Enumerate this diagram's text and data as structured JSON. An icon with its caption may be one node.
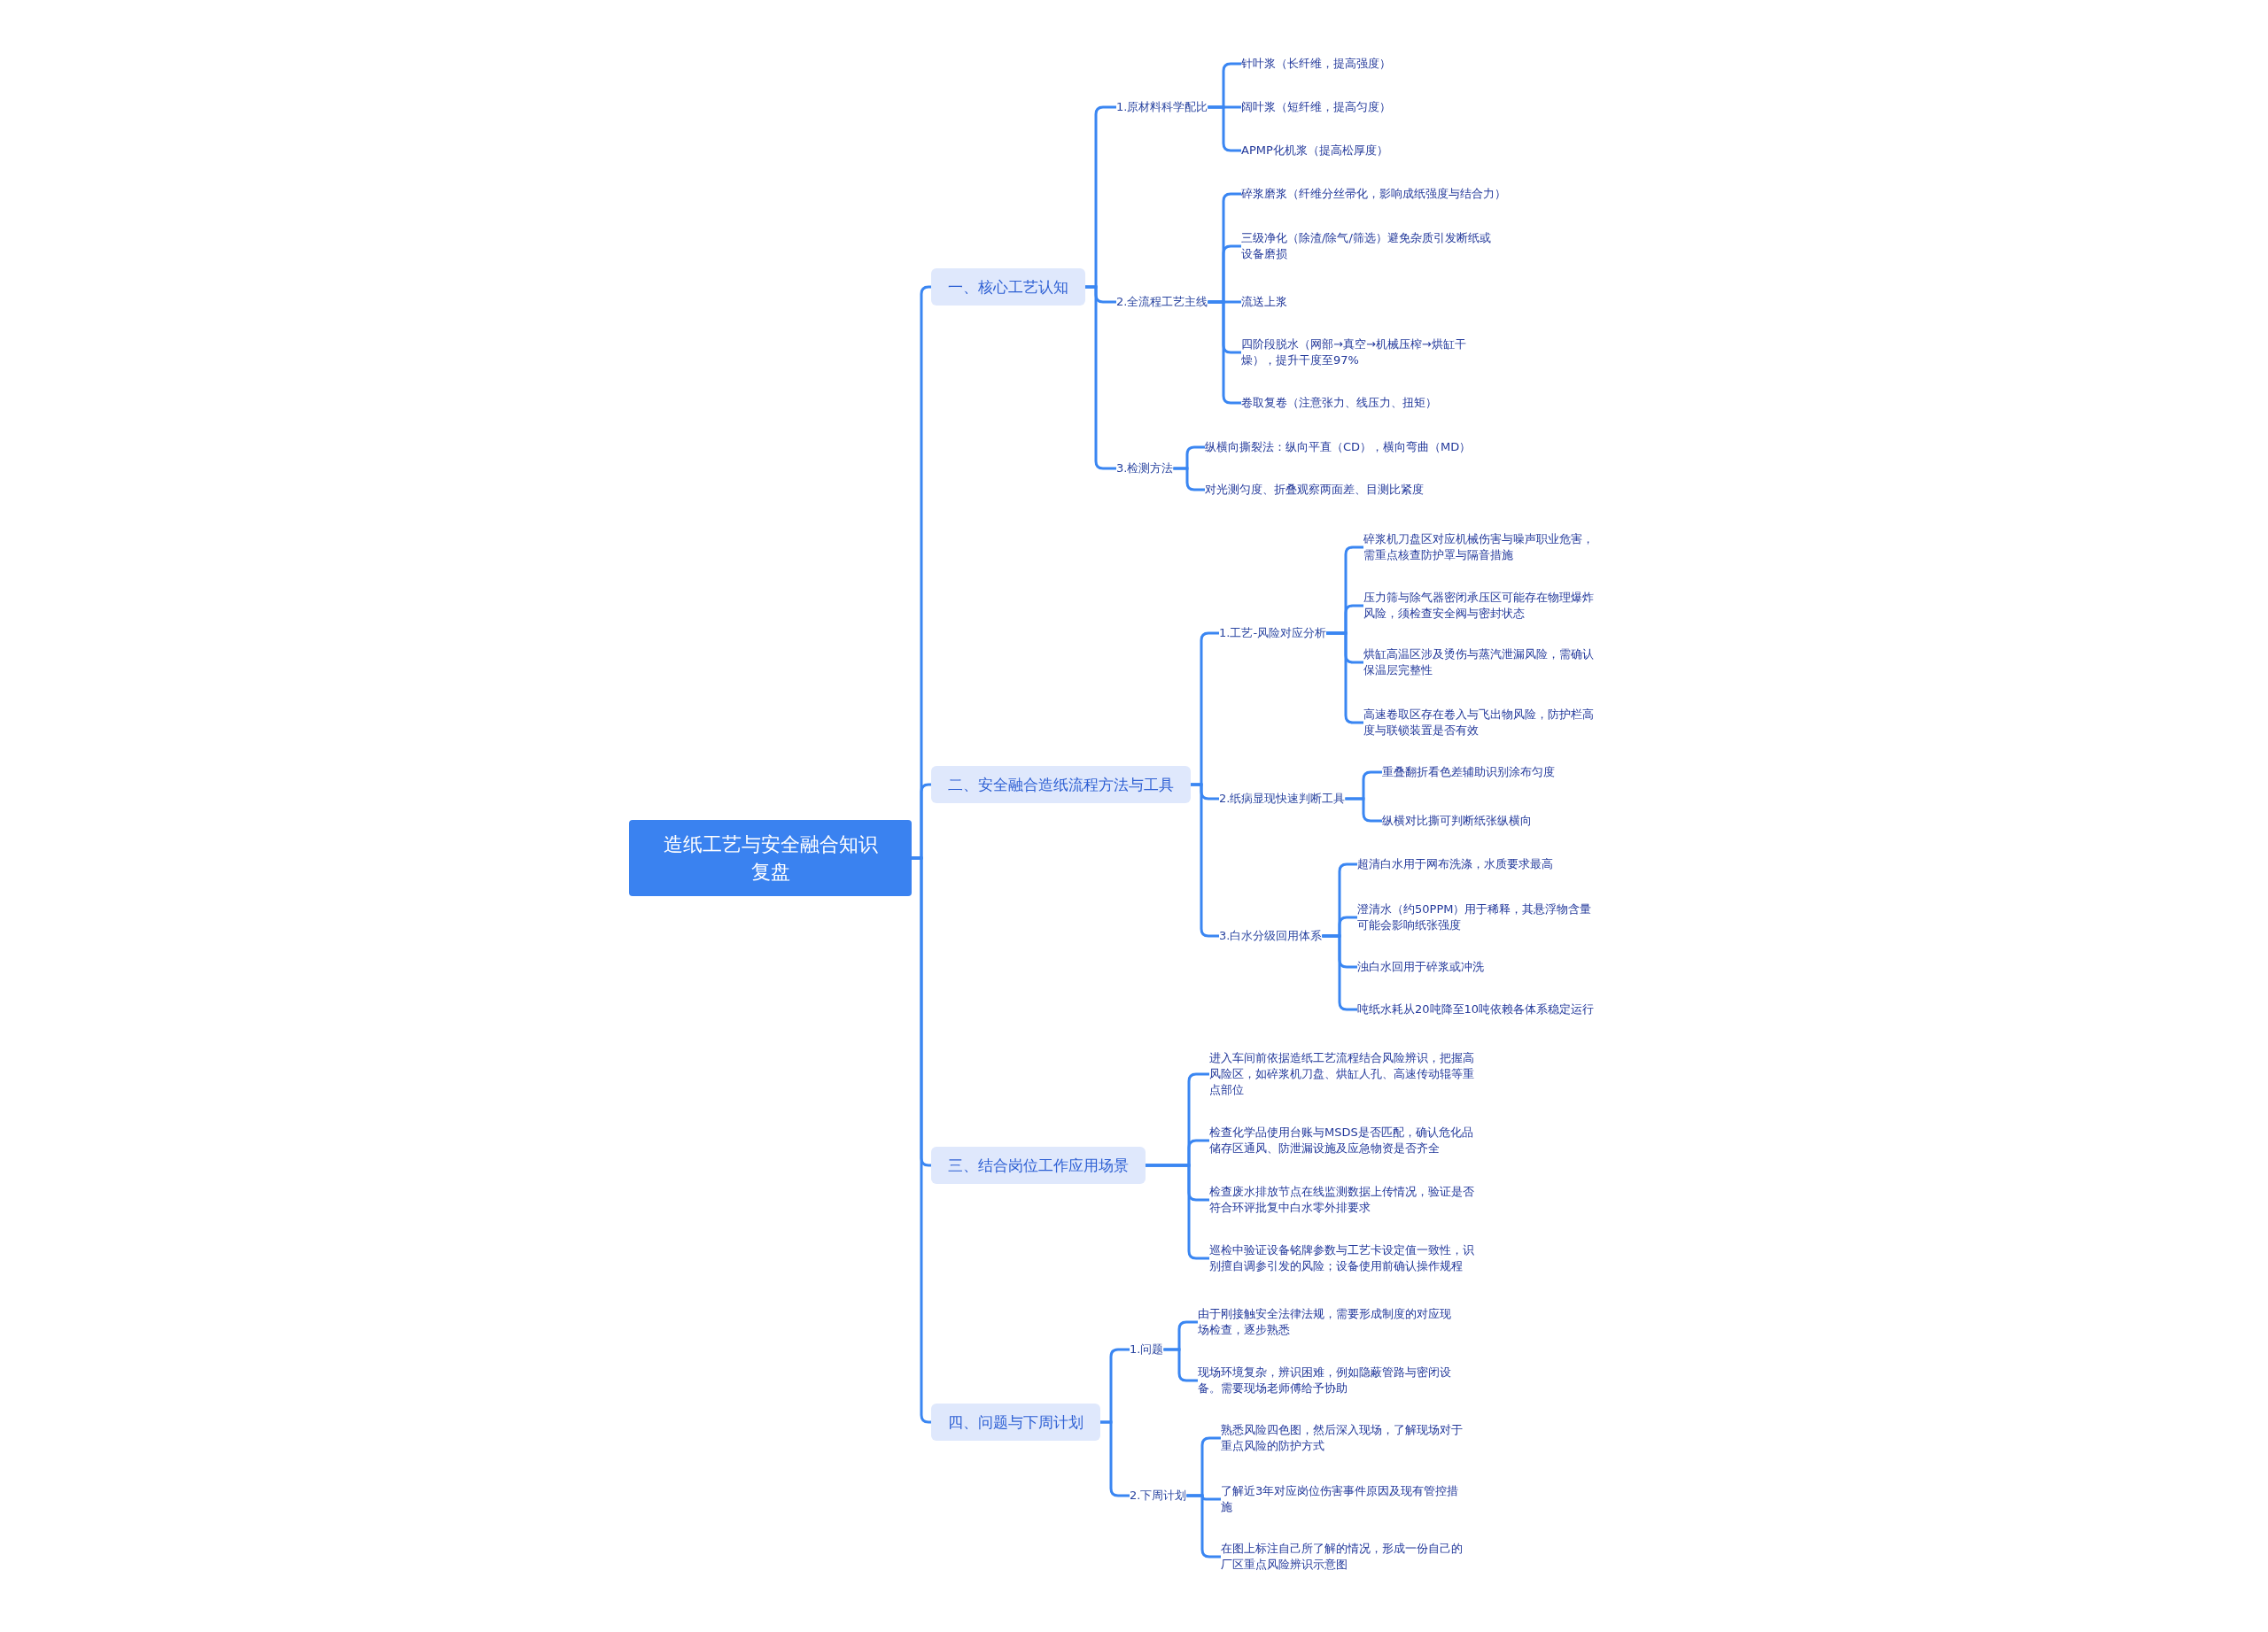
{
  "diagram": {
    "nodes": [
      {
        "text": [
          "造纸工艺与安全融合知识复盘"
        ]
      },
      {
        "text": [
          "一、核心工艺认知"
        ]
      },
      {
        "text": [
          "1.原材料科学配比"
        ]
      },
      {
        "text": [
          "针叶浆（长纤维，提高强度）"
        ]
      },
      {
        "text": [
          "阔叶浆（短纤维，提高匀度）"
        ]
      },
      {
        "text": [
          "APMP化机浆（提高松厚度）"
        ]
      },
      {
        "text": [
          "2.全流程工艺主线"
        ]
      },
      {
        "text": [
          "碎浆磨浆（纤维分丝帚化，影响成纸强度与结合力）"
        ]
      },
      {
        "text": [
          "三级净化（除渣/除气/筛选）避免杂质引发断纸或设备磨损"
        ]
      },
      {
        "text": [
          "流送上浆"
        ]
      },
      {
        "text": [
          "四阶段脱水（网部→真空→机械压榨→烘缸干燥），提升干度至97%"
        ]
      },
      {
        "text": [
          "卷取复卷（注意张力、线压力、扭矩）"
        ]
      },
      {
        "text": [
          "3.检测方法"
        ]
      },
      {
        "text": [
          "纵横向撕裂法：纵向平直（CD），横向弯曲（MD）"
        ]
      },
      {
        "text": [
          "对光测匀度、折叠观察两面差、目测比紧度"
        ]
      },
      {
        "text": [
          "二、安全融合造纸流程方法与工具"
        ]
      },
      {
        "text": [
          "1.工艺-风险对应分析"
        ]
      },
      {
        "text": [
          "碎浆机刀盘区对应机械伤害与噪声职业危害，需重点核查防护罩与隔音措施"
        ]
      },
      {
        "text": [
          "压力筛与除气器密闭承压区可能存在物理爆炸风险，须检查安全阀与密封状态"
        ]
      },
      {
        "text": [
          "烘缸高温区涉及烫伤与蒸汽泄漏风险，需确认保温层完整性"
        ]
      },
      {
        "text": [
          "高速卷取区存在卷入与飞出物风险，防护栏高度与联锁装置是否有效"
        ]
      },
      {
        "text": [
          "2.纸病显现快速判断工具"
        ]
      },
      {
        "text": [
          "重叠翻折看色差辅助识别涂布匀度"
        ]
      },
      {
        "text": [
          "纵横对比撕可判断纸张纵横向"
        ]
      },
      {
        "text": [
          "3.白水分级回用体系"
        ]
      },
      {
        "text": [
          "超清白水用于网布洗涤，水质要求最高"
        ]
      },
      {
        "text": [
          "澄清水（约50PPM）用于稀释，其悬浮物含量可能会影响纸张强度"
        ]
      },
      {
        "text": [
          "浊白水回用于碎浆或冲洗"
        ]
      },
      {
        "text": [
          "吨纸水耗从20吨降至10吨依赖各体系稳定运行"
        ]
      },
      {
        "text": [
          "三、结合岗位工作应用场景"
        ]
      },
      {
        "text": [
          "进入车间前依据造纸工艺流程结合风险辨识，把握高风险区，如碎浆机刀盘、烘缸人孔、高速传动辊等重点部位"
        ]
      },
      {
        "text": [
          "检查化学品使用台账与MSDS是否匹配，确认危化品储存区通风、防泄漏设施及应急物资是否齐全"
        ]
      },
      {
        "text": [
          "检查废水排放节点在线监测数据上传情况，验证是否符合环评批复中白水零外排要求"
        ]
      },
      {
        "text": [
          "巡检中验证设备铭牌参数与工艺卡设定值一致性，识别擅自调参引发的风险；设备使用前确认操作规程"
        ]
      },
      {
        "text": [
          "四、问题与下周计划"
        ]
      },
      {
        "text": [
          "1.问题"
        ]
      },
      {
        "text": [
          "由于刚接触安全法律法规，需要形成制度的对应现场检查，逐步熟悉"
        ]
      },
      {
        "text": [
          "现场环境复杂，辨识困难，例如隐蔽管路与密闭设备。需要现场老师傅给予协助"
        ]
      },
      {
        "text": [
          "2.下周计划"
        ]
      },
      {
        "text": [
          "熟悉风险四色图，然后深入现场，了解现场对于重点风险的防护方式"
        ]
      },
      {
        "text": [
          "了解近3年对应岗位伤害事件原因及现有管控措施"
        ]
      },
      {
        "text": [
          "在图上标注自己所了解的情况，形成一份自己的厂区重点风险辨识示意图"
        ]
      }
    ],
    "edges": [
      {
        "from": 0,
        "to": 1,
        "arrow": "none"
      },
      {
        "from": 1,
        "to": 2,
        "arrow": "none"
      },
      {
        "from": 2,
        "to": 3,
        "arrow": "none"
      },
      {
        "from": 2,
        "to": 4,
        "arrow": "none"
      },
      {
        "from": 2,
        "to": 5,
        "arrow": "none"
      },
      {
        "from": 1,
        "to": 6,
        "arrow": "none"
      },
      {
        "from": 6,
        "to": 7,
        "arrow": "none"
      },
      {
        "from": 6,
        "to": 8,
        "arrow": "none"
      },
      {
        "from": 6,
        "to": 9,
        "arrow": "none"
      },
      {
        "from": 6,
        "to": 10,
        "arrow": "none"
      },
      {
        "from": 6,
        "to": 11,
        "arrow": "none"
      },
      {
        "from": 1,
        "to": 12,
        "arrow": "none"
      },
      {
        "from": 12,
        "to": 13,
        "arrow": "none"
      },
      {
        "from": 12,
        "to": 14,
        "arrow": "none"
      },
      {
        "from": 0,
        "to": 15,
        "arrow": "none"
      },
      {
        "from": 15,
        "to": 16,
        "arrow": "none"
      },
      {
        "from": 16,
        "to": 17,
        "arrow": "none"
      },
      {
        "from": 16,
        "to": 18,
        "arrow": "none"
      },
      {
        "from": 16,
        "to": 19,
        "arrow": "none"
      },
      {
        "from": 16,
        "to": 20,
        "arrow": "none"
      },
      {
        "from": 15,
        "to": 21,
        "arrow": "none"
      },
      {
        "from": 21,
        "to": 22,
        "arrow": "none"
      },
      {
        "from": 21,
        "to": 23,
        "arrow": "none"
      },
      {
        "from": 15,
        "to": 24,
        "arrow": "none"
      },
      {
        "from": 24,
        "to": 25,
        "arrow": "none"
      },
      {
        "from": 24,
        "to": 26,
        "arrow": "none"
      },
      {
        "from": 24,
        "to": 27,
        "arrow": "none"
      },
      {
        "from": 24,
        "to": 28,
        "arrow": "none"
      },
      {
        "from": 0,
        "to": 29,
        "arrow": "none"
      },
      {
        "from": 29,
        "to": 30,
        "arrow": "none"
      },
      {
        "from": 29,
        "to": 31,
        "arrow": "none"
      },
      {
        "from": 29,
        "to": 32,
        "arrow": "none"
      },
      {
        "from": 29,
        "to": 33,
        "arrow": "none"
      },
      {
        "from": 0,
        "to": 34,
        "arrow": "none"
      },
      {
        "from": 34,
        "to": 35,
        "arrow": "none"
      },
      {
        "from": 35,
        "to": 36,
        "arrow": "none"
      },
      {
        "from": 35,
        "to": 37,
        "arrow": "none"
      },
      {
        "from": 34,
        "to": 38,
        "arrow": "none"
      },
      {
        "from": 38,
        "to": 39,
        "arrow": "none"
      },
      {
        "from": 38,
        "to": 40,
        "arrow": "none"
      },
      {
        "from": 38,
        "to": 41,
        "arrow": "none"
      }
    ]
  }
}
